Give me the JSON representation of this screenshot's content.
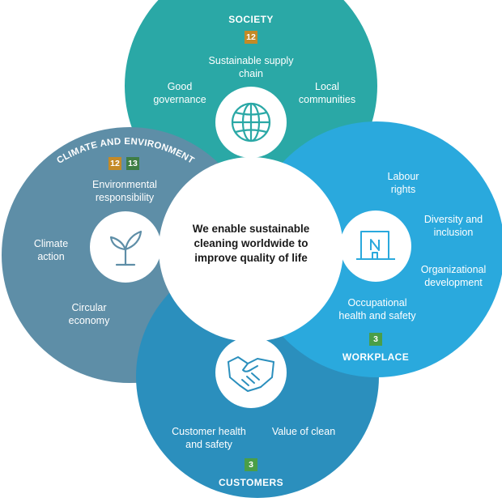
{
  "colors": {
    "society": "#2aa8a6",
    "climate": "#5e8ea7",
    "workplace": "#2aa9dd",
    "customers": "#2b8fbd",
    "center": "#ffffff",
    "badge_orange": "#c48a26",
    "badge_green": "#3f7e44",
    "badge_green_bright": "#4a9e47"
  },
  "center": {
    "text": "We enable sustainable cleaning worldwide to improve quality of life"
  },
  "society": {
    "title": "SOCIETY",
    "badges": [
      "12"
    ],
    "items": [
      "Sustainable supply chain",
      "Good governance",
      "Local communities"
    ],
    "icon": "globe-icon"
  },
  "climate": {
    "title": "CLIMATE AND ENVIRONMENT",
    "badges": [
      "12",
      "13"
    ],
    "items": [
      "Environmental responsibility",
      "Climate action",
      "Circular economy"
    ],
    "icon": "sprout-icon"
  },
  "workplace": {
    "title": "WORKPLACE",
    "badges": [
      "3"
    ],
    "items": [
      "Labour rights",
      "Diversity and inclusion",
      "Organizational development",
      "Occupational health and safety"
    ],
    "icon": "office-door-icon"
  },
  "customers": {
    "title": "CUSTOMERS",
    "badges": [
      "3"
    ],
    "items": [
      "Customer health and safety",
      "Value of clean"
    ],
    "icon": "handshake-icon"
  }
}
